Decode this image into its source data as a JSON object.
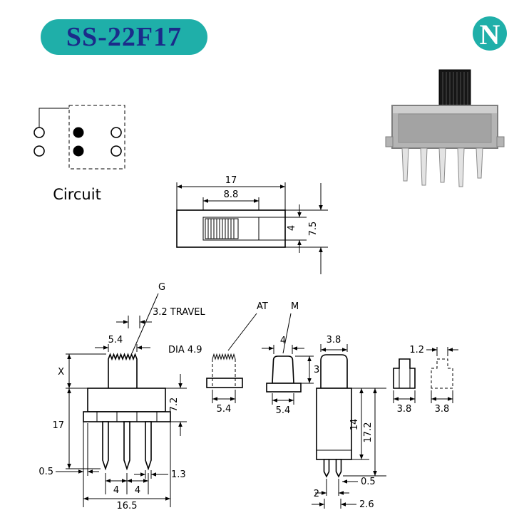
{
  "header": {
    "badge_label": "SS-22F17",
    "logo_letter": "N"
  },
  "colors": {
    "brand_teal": "#1FAFA9",
    "badge_text": "#1B2B8A"
  },
  "circuit": {
    "caption": "Circuit"
  },
  "top_view": {
    "dim_width": "17",
    "dim_knob_travel": "8.8",
    "dim_slot_height": "4",
    "dim_height": "7.5"
  },
  "front_view": {
    "label_g": "G",
    "label_travel": "3.2 TRAVEL",
    "dim_knob_width": "5.4",
    "dim_knob_height": "X",
    "dim_total_height": "17",
    "dim_body_height": "7.2",
    "dim_pin_offset": "0.5",
    "dim_pin_pitch_1": "4",
    "dim_pin_pitch_2": "4",
    "dim_pin_width": "1.3",
    "dim_body_width": "16.5"
  },
  "at_view": {
    "label": "AT",
    "label_dia": "DIA 4.9",
    "dim_width": "5.4"
  },
  "m_view": {
    "label": "M",
    "dim_top_width": "4",
    "dim_height": "3",
    "dim_width": "5.4"
  },
  "side_view": {
    "dim_knob_width": "3.8",
    "dim_body_height": "14",
    "dim_total_height": "17.2",
    "dim_pin_offset": "0.5",
    "dim_pin_pitch": "2",
    "dim_pin_span": "2.6"
  },
  "end_views": {
    "dim_tip_width": "1.2",
    "dim_left_width": "3.8",
    "dim_right_width": "3.8"
  }
}
